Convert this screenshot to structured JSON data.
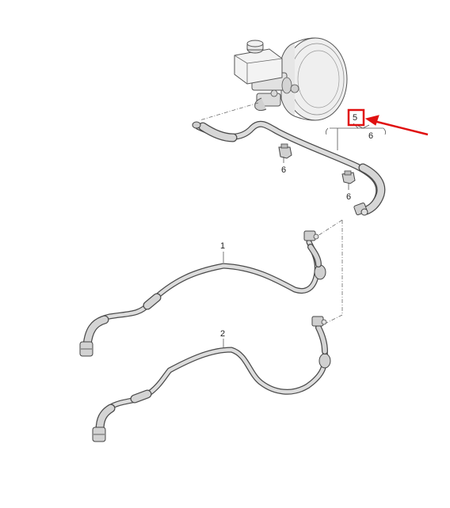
{
  "diagram": {
    "callouts": {
      "part_1": "1",
      "part_2": "2",
      "part_5": "5",
      "part_6_top": "6",
      "part_6_clip_left": "6",
      "part_6_clip_right": "6"
    },
    "highlight_color": "#e01010",
    "line_color": "#555555",
    "hose_fill": "#d9d9d9",
    "hose_outline": "#4a4a4a"
  }
}
